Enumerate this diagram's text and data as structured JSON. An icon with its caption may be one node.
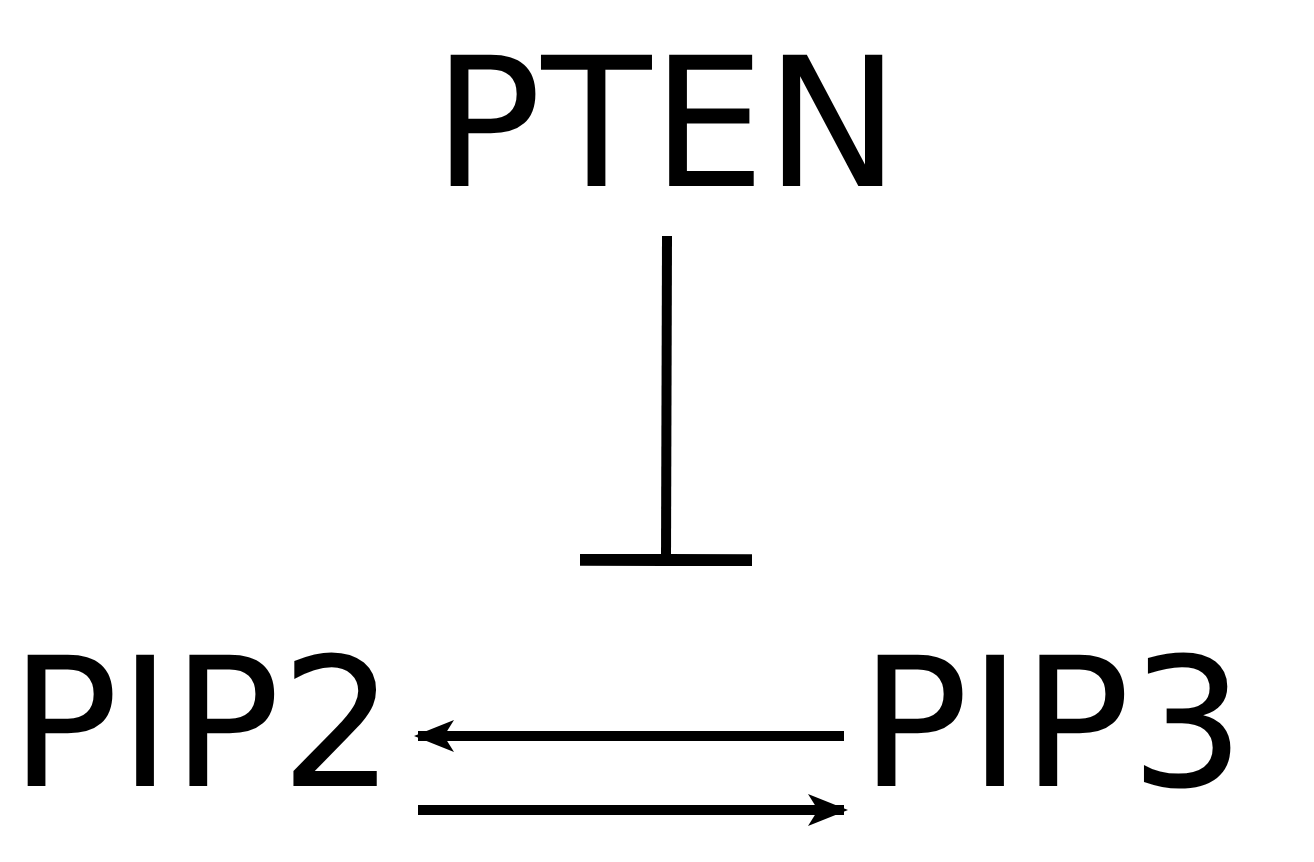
{
  "diagram": {
    "nodes": [
      {
        "text": [
          "PTEN"
        ]
      },
      {
        "text": [
          "PIP2"
        ]
      },
      {
        "text": [
          "PIP3"
        ]
      }
    ],
    "edges": [
      {
        "from": 0,
        "to": null,
        "arrow": "other"
      },
      {
        "from": 2,
        "to": 1,
        "arrow": "to"
      },
      {
        "from": 1,
        "to": 2,
        "arrow": "to"
      }
    ]
  }
}
